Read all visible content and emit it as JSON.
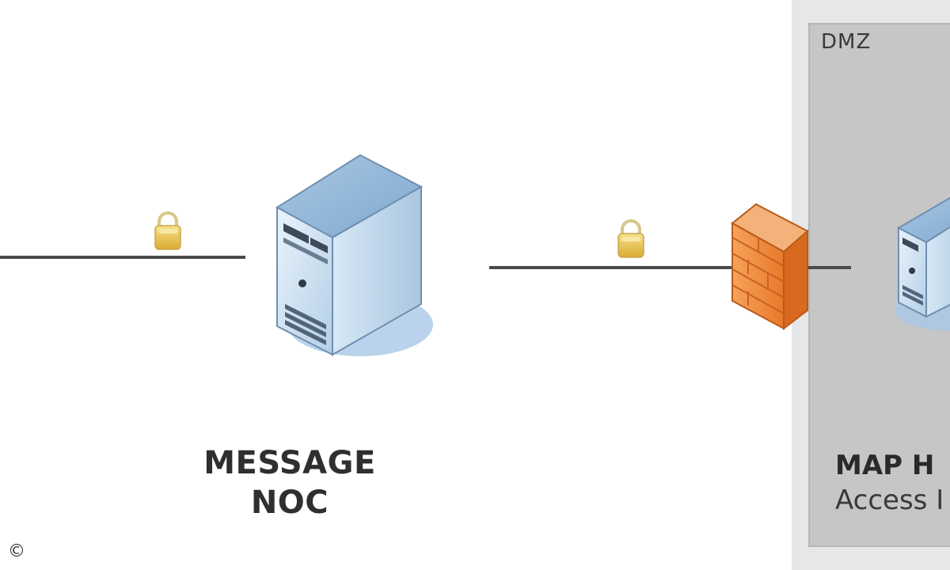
{
  "labels": {
    "noc_line1": "MESSAGE",
    "noc_line2": "NOC",
    "dmz": "DMZ",
    "map_line1": "MAP H",
    "map_line2": "Access I",
    "copyright": "©"
  },
  "colors": {
    "zone_fill": "#c7c7c7",
    "zone_border": "#ececec",
    "link_line": "#4a4a4a",
    "firewall": "#f08a3a",
    "server_blue": "#bcd6ec",
    "lock_gold": "#e6c24a"
  },
  "icons": {
    "server": "server-icon",
    "firewall": "firewall-icon",
    "lock": "lock-icon"
  }
}
